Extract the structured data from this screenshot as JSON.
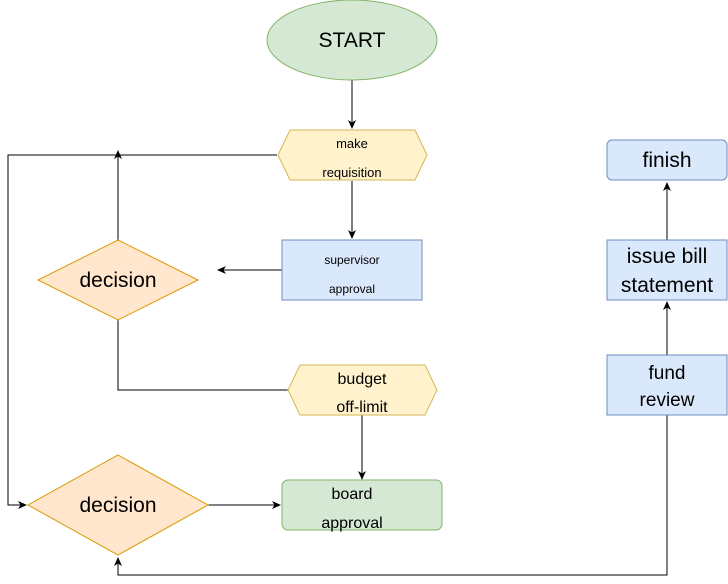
{
  "nodes": {
    "start": {
      "label": "START",
      "fill": "#d5e8d4",
      "stroke": "#82b366"
    },
    "make_requisition": {
      "line1": "make",
      "line2": "requisition",
      "fill": "#fff2cc",
      "stroke": "#d6b656"
    },
    "supervisor_approval": {
      "line1": "supervisor",
      "line2": "approval",
      "fill": "#dae8fc",
      "stroke": "#6c8ebf"
    },
    "decision_upper": {
      "label": "decision",
      "fill": "#ffe6cc",
      "stroke": "#d79b00"
    },
    "budget_off_limit": {
      "line1": "budget",
      "line2": "off-limit",
      "fill": "#fff2cc",
      "stroke": "#d6b656"
    },
    "decision_lower": {
      "label": "decision",
      "fill": "#ffe6cc",
      "stroke": "#d79b00"
    },
    "board_approval": {
      "line1": "board",
      "line2": "approval",
      "fill": "#d5e8d4",
      "stroke": "#82b366"
    },
    "fund_review": {
      "line1": "fund",
      "line2": "review",
      "fill": "#dae8fc",
      "stroke": "#6c8ebf"
    },
    "issue_bill_statement": {
      "line1": "issue bill",
      "line2": "statement",
      "fill": "#dae8fc",
      "stroke": "#6c8ebf"
    },
    "finish": {
      "label": "finish",
      "fill": "#dae8fc",
      "stroke": "#6c8ebf"
    }
  },
  "edge_color": "#000000"
}
